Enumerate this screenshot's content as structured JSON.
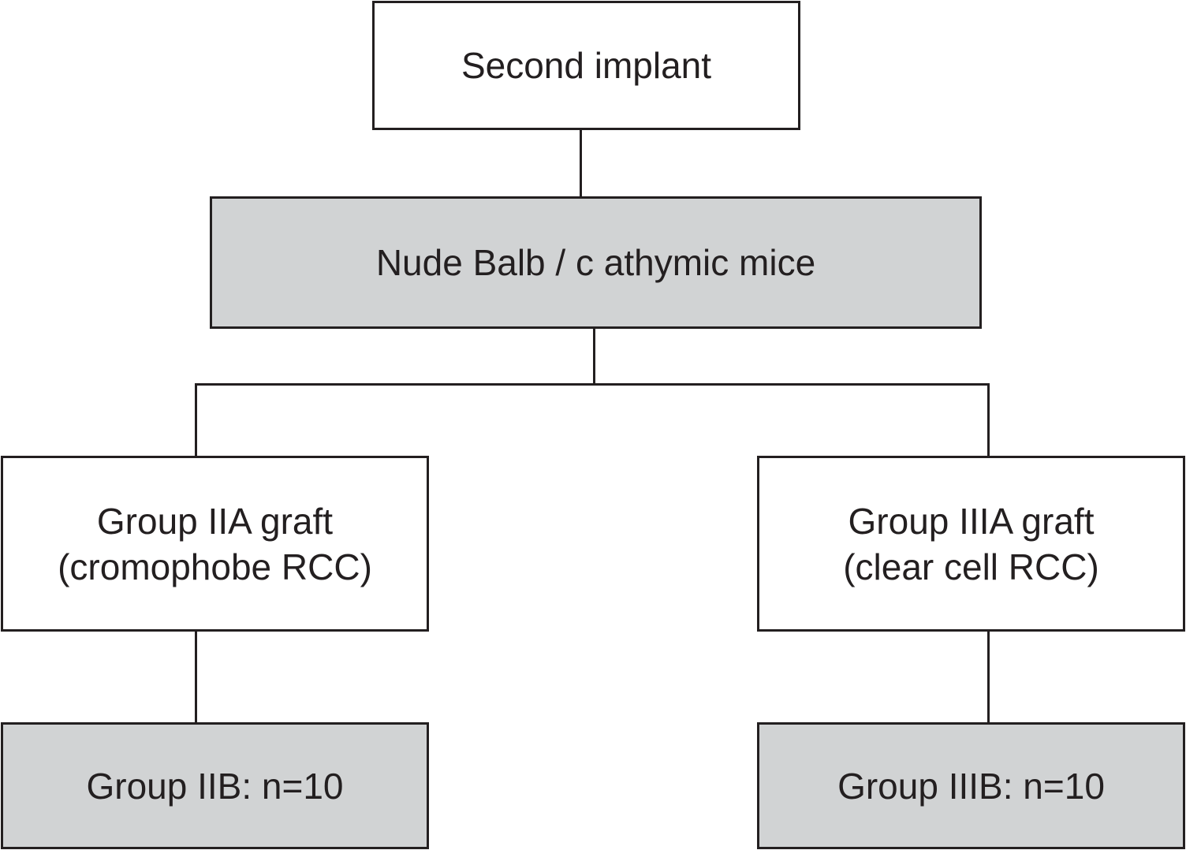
{
  "diagram": {
    "colors": {
      "stroke": "#231f20",
      "fill_gray": "#d1d3d4",
      "fill_white": "#ffffff"
    },
    "nodes": {
      "top": {
        "label": "Second implant"
      },
      "host": {
        "label": "Nude Balb / c athymic mice"
      },
      "left_graft": {
        "line1": "Group IIA graft",
        "line2": "(cromophobe RCC)"
      },
      "right_graft": {
        "line1": "Group IIIA graft",
        "line2": "(clear cell RCC)"
      },
      "left_result": {
        "label": "Group IIB: n=10"
      },
      "right_result": {
        "label": "Group IIIB: n=10"
      }
    }
  }
}
